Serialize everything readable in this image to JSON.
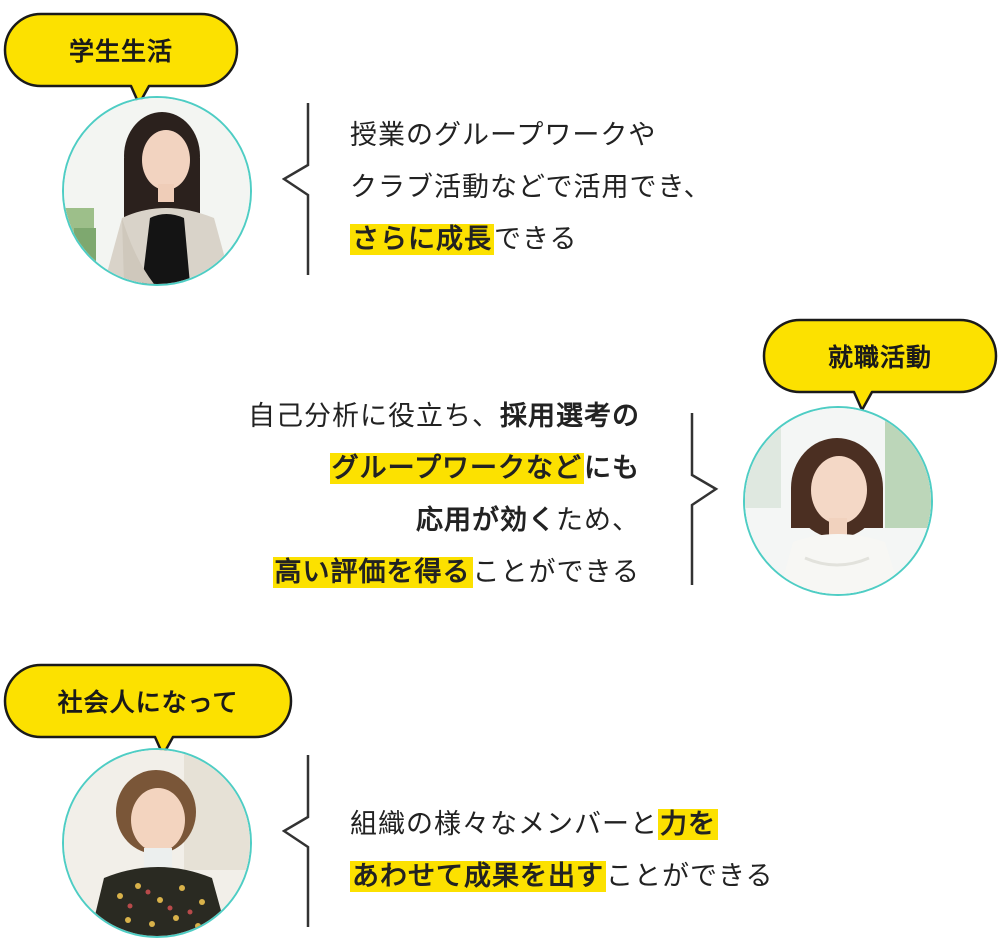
{
  "colors": {
    "bubble_fill": "#fce100",
    "bubble_stroke": "#1a1a1a",
    "avatar_ring": "#4ecdc4",
    "highlight": "#fce100",
    "bracket": "#333333"
  },
  "sections": [
    {
      "label": "学生生活",
      "photo": "student-woman-photo",
      "lines": [
        [
          {
            "t": "授業のグループワークや",
            "s": "n"
          }
        ],
        [
          {
            "t": "クラブ活動などで活用でき、",
            "s": "n"
          }
        ],
        [
          {
            "t": "さらに成長",
            "s": "hl"
          },
          {
            "t": "できる",
            "s": "n"
          }
        ]
      ]
    },
    {
      "label": "就職活動",
      "photo": "job-hunting-woman-photo",
      "lines": [
        [
          {
            "t": "自己分析に役立ち、",
            "s": "n"
          },
          {
            "t": "採用選考の",
            "s": "b"
          }
        ],
        [
          {
            "t": "グループワークなど",
            "s": "hl"
          },
          {
            "t": "にも",
            "s": "b"
          }
        ],
        [
          {
            "t": "応用が効く",
            "s": "b"
          },
          {
            "t": "ため、",
            "s": "n"
          }
        ],
        [
          {
            "t": "高い評価を得る",
            "s": "hl"
          },
          {
            "t": "ことができる",
            "s": "n"
          }
        ]
      ]
    },
    {
      "label": "社会人になって",
      "photo": "working-woman-photo",
      "lines": [
        [
          {
            "t": "組織の様々なメンバーと",
            "s": "n"
          },
          {
            "t": "力を",
            "s": "hl"
          }
        ],
        [
          {
            "t": "あわせて成果を出す",
            "s": "hl"
          },
          {
            "t": "ことができる",
            "s": "n"
          }
        ]
      ]
    }
  ]
}
